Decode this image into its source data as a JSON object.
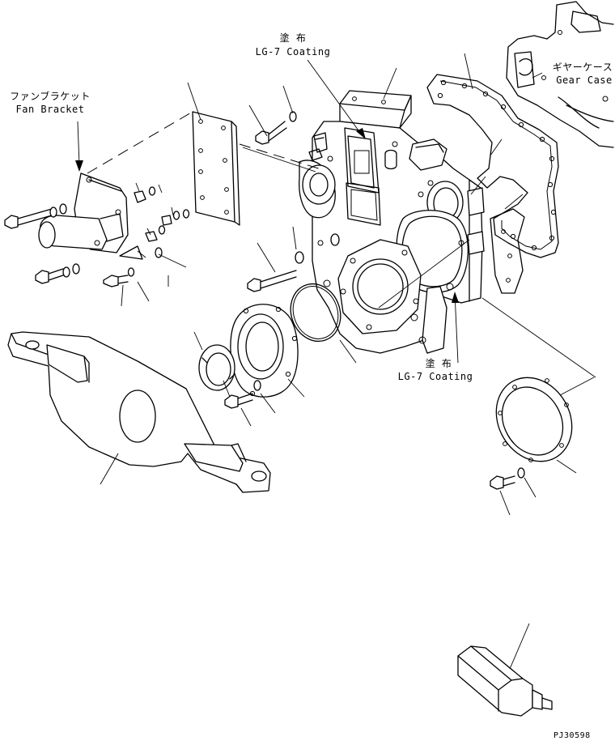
{
  "diagram": {
    "labels": {
      "fan_bracket_jp": "ファンブラケット",
      "fan_bracket_en": "Fan Bracket",
      "coating_top_jp": "塗 布",
      "coating_top_en": "LG-7 Coating",
      "gear_case_jp": "ギヤーケース",
      "gear_case_en": "Gear Case",
      "coating_bottom_jp": "塗 布",
      "coating_bottom_en": "LG-7 Coating",
      "drawing_number": "PJ30598"
    }
  }
}
